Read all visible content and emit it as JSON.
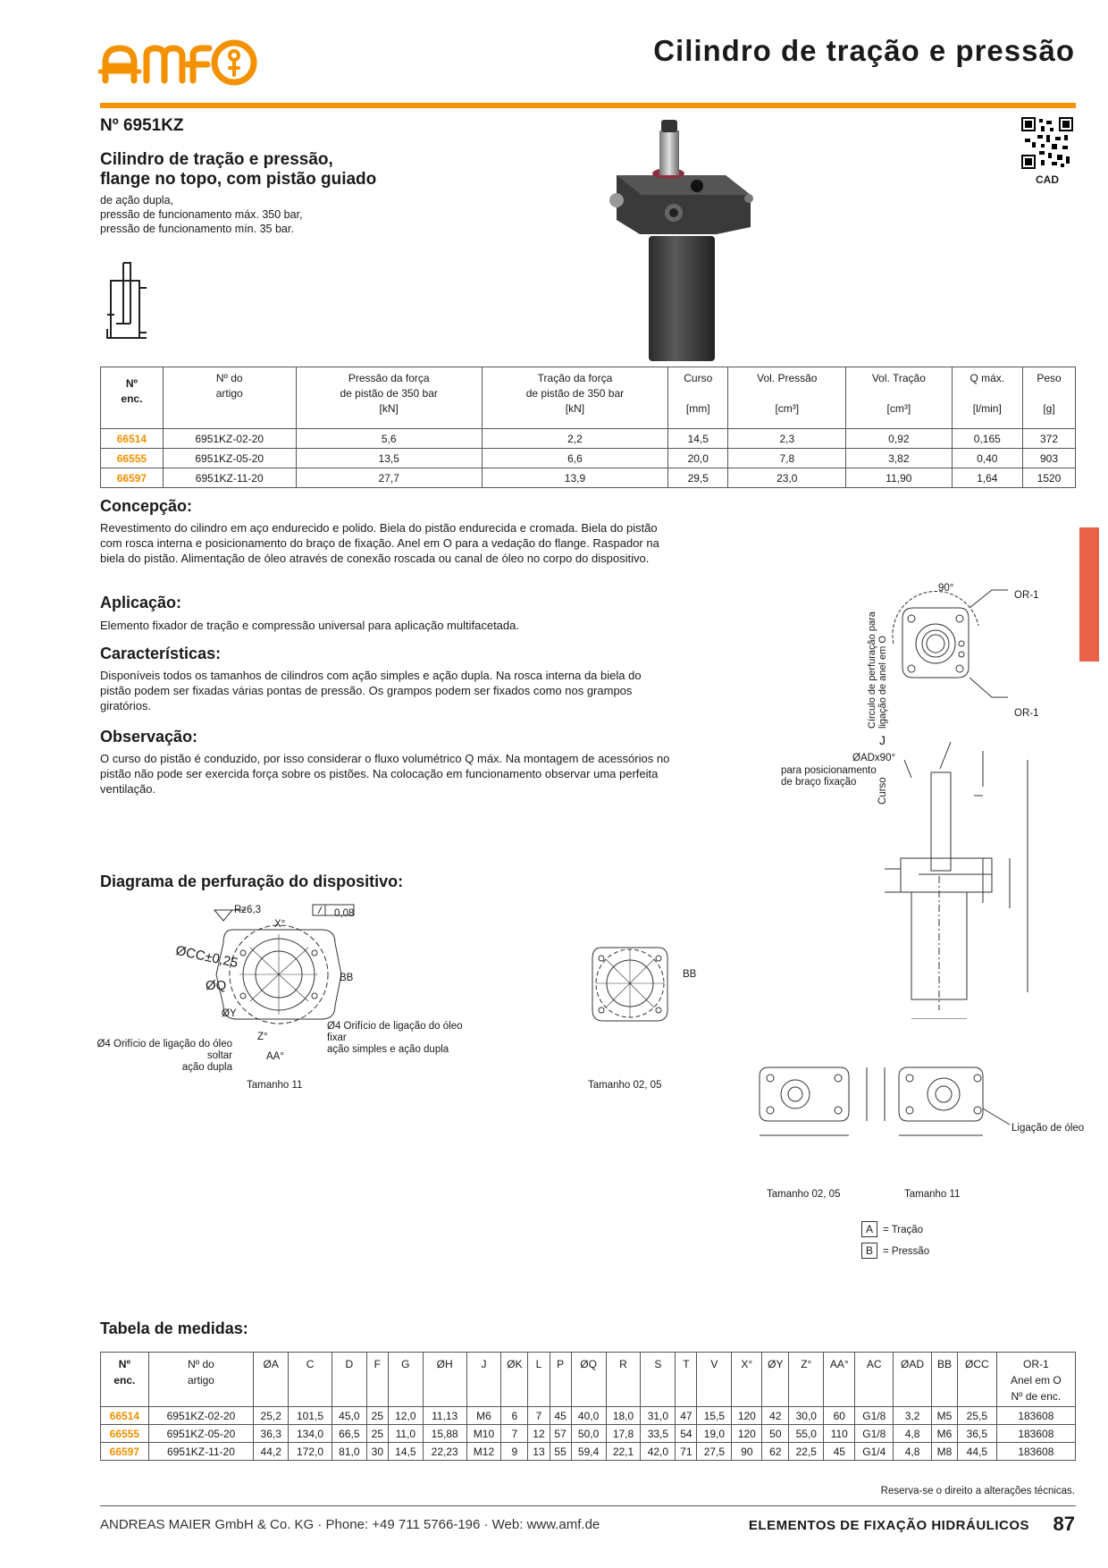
{
  "header": {
    "logo_text": "amf",
    "title": "Cilindro de tração e pressão",
    "brand_color": "#f39100"
  },
  "product": {
    "number": "Nº 6951KZ",
    "title_line1": "Cilindro de tração e pressão,",
    "title_line2": "flange no topo, com pistão guiado",
    "spec_line1": "de ação dupla,",
    "spec_line2": "pressão de funcionamento máx. 350 bar,",
    "spec_line3": "pressão de funcionamento mín. 35 bar.",
    "cad_label": "CAD"
  },
  "spec_table": {
    "headers": [
      {
        "l1": "Nº",
        "l2": "enc.",
        "l3": ""
      },
      {
        "l1": "Nº do",
        "l2": "artigo",
        "l3": ""
      },
      {
        "l1": "Pressão da força",
        "l2": "de pistão de 350 bar",
        "l3": "[kN]"
      },
      {
        "l1": "Tração da força",
        "l2": "de pistão de 350 bar",
        "l3": "[kN]"
      },
      {
        "l1": "Curso",
        "l2": "",
        "l3": "[mm]"
      },
      {
        "l1": "Vol. Pressão",
        "l2": "",
        "l3": "[cm³]"
      },
      {
        "l1": "Vol. Tração",
        "l2": "",
        "l3": "[cm³]"
      },
      {
        "l1": "Q máx.",
        "l2": "",
        "l3": "[l/min]"
      },
      {
        "l1": "Peso",
        "l2": "",
        "l3": "[g]"
      }
    ],
    "rows": [
      [
        "66514",
        "6951KZ-02-20",
        "5,6",
        "2,2",
        "14,5",
        "2,3",
        "0,92",
        "0,165",
        "372"
      ],
      [
        "66555",
        "6951KZ-05-20",
        "13,5",
        "6,6",
        "20,0",
        "7,8",
        "3,82",
        "0,40",
        "903"
      ],
      [
        "66597",
        "6951KZ-11-20",
        "27,7",
        "13,9",
        "29,5",
        "23,0",
        "11,90",
        "1,64",
        "1520"
      ]
    ]
  },
  "sections": {
    "concepcao_title": "Concepção:",
    "concepcao_text": "Revestimento do cilindro em aço endurecido e polido. Biela do pistão endurecida e cromada. Biela do pistão com rosca interna e posicionamento do braço de fixação. Anel em O para a vedação do flange. Raspador na biela do pistão. Alimentação de óleo através de conexão roscada ou canal de óleo no corpo do dispositivo.",
    "aplicacao_title": "Aplicação:",
    "aplicacao_text": "Elemento fixador de tração e compressão universal para aplicação multifacetada.",
    "caracteristicas_title": "Características:",
    "caracteristicas_text": "Disponíveis todos os tamanhos de cilindros com ação simples e ação dupla. Na rosca interna da biela do pistão podem ser fixadas várias pontas de pressão. Os grampos podem ser fixados como nos grampos giratórios.",
    "observacao_title": "Observação:",
    "observacao_text": "O curso do pistão é conduzido, por isso considerar o fluxo volumétrico Q máx. Na montagem de acessórios no pistão não pode ser exercida força sobre os pistões. Na colocação em funcionamento observar uma perfeita ventilação.",
    "diagrama_title": "Diagrama de perfuração do dispositivo:"
  },
  "drawings": {
    "rz": "Rz6,3",
    "flat": "0,08",
    "x_deg": "X°",
    "cc": "ØCC±0,25",
    "q": "ØQ",
    "y": "ØY",
    "z_deg": "Z°",
    "aa_deg": "AA°",
    "bb": "BB",
    "oil_fix_l1": "Ø4 Orifício de ligação do óleo",
    "oil_fix_l2": "fixar",
    "oil_fix_l3": "ação simples e ação dupla",
    "oil_loose_l1": "Ø4 Orifício de ligação do óleo",
    "oil_loose_l2": "soltar",
    "oil_loose_l3": "ação dupla",
    "size11": "Tamanho 11",
    "size0205": "Tamanho 02, 05",
    "deg90": "90°",
    "or1": "OR-1",
    "oring_circle_l1": "Círculo de perfuração para",
    "oring_circle_l2": "ligação de anel em O",
    "j": "J",
    "ad": "ØADx90°",
    "arm_l1": "para posicionamento",
    "arm_l2": "de braço fixação",
    "curso": "Curso",
    "ligacao_oleo": "Ligação de óleo",
    "size0205_b": "Tamanho 02, 05",
    "size11_b": "Tamanho 11",
    "legend_a_key": "A",
    "legend_a": "= Tração",
    "legend_b_key": "B",
    "legend_b": "= Pressão"
  },
  "dim_table": {
    "title": "Tabela de medidas:",
    "headers": [
      {
        "l1": "Nº",
        "l2": "enc.",
        "l3": ""
      },
      {
        "l1": "Nº do",
        "l2": "artigo",
        "l3": ""
      },
      {
        "l1": "ØA",
        "l2": "",
        "l3": ""
      },
      {
        "l1": "C",
        "l2": "",
        "l3": ""
      },
      {
        "l1": "D",
        "l2": "",
        "l3": ""
      },
      {
        "l1": "F",
        "l2": "",
        "l3": ""
      },
      {
        "l1": "G",
        "l2": "",
        "l3": ""
      },
      {
        "l1": "ØH",
        "l2": "",
        "l3": ""
      },
      {
        "l1": "J",
        "l2": "",
        "l3": ""
      },
      {
        "l1": "ØK",
        "l2": "",
        "l3": ""
      },
      {
        "l1": "L",
        "l2": "",
        "l3": ""
      },
      {
        "l1": "P",
        "l2": "",
        "l3": ""
      },
      {
        "l1": "ØQ",
        "l2": "",
        "l3": ""
      },
      {
        "l1": "R",
        "l2": "",
        "l3": ""
      },
      {
        "l1": "S",
        "l2": "",
        "l3": ""
      },
      {
        "l1": "T",
        "l2": "",
        "l3": ""
      },
      {
        "l1": "V",
        "l2": "",
        "l3": ""
      },
      {
        "l1": "X°",
        "l2": "",
        "l3": ""
      },
      {
        "l1": "ØY",
        "l2": "",
        "l3": ""
      },
      {
        "l1": "Z°",
        "l2": "",
        "l3": ""
      },
      {
        "l1": "AA°",
        "l2": "",
        "l3": ""
      },
      {
        "l1": "AC",
        "l2": "",
        "l3": ""
      },
      {
        "l1": "ØAD",
        "l2": "",
        "l3": ""
      },
      {
        "l1": "BB",
        "l2": "",
        "l3": ""
      },
      {
        "l1": "ØCC",
        "l2": "",
        "l3": ""
      },
      {
        "l1": "OR-1",
        "l2": "Anel em O",
        "l3": "Nº de enc."
      }
    ],
    "rows": [
      [
        "66514",
        "6951KZ-02-20",
        "25,2",
        "101,5",
        "45,0",
        "25",
        "12,0",
        "11,13",
        "M6",
        "6",
        "7",
        "45",
        "40,0",
        "18,0",
        "31,0",
        "47",
        "15,5",
        "120",
        "42",
        "30,0",
        "60",
        "G1/8",
        "3,2",
        "M5",
        "25,5",
        "183608"
      ],
      [
        "66555",
        "6951KZ-05-20",
        "36,3",
        "134,0",
        "66,5",
        "25",
        "11,0",
        "15,88",
        "M10",
        "7",
        "12",
        "57",
        "50,0",
        "17,8",
        "33,5",
        "54",
        "19,0",
        "120",
        "50",
        "55,0",
        "110",
        "G1/8",
        "4,8",
        "M6",
        "36,5",
        "183608"
      ],
      [
        "66597",
        "6951KZ-11-20",
        "44,2",
        "172,0",
        "81,0",
        "30",
        "14,5",
        "22,23",
        "M12",
        "9",
        "13",
        "55",
        "59,4",
        "22,1",
        "42,0",
        "71",
        "27,5",
        "90",
        "62",
        "22,5",
        "45",
        "G1/4",
        "4,8",
        "M8",
        "44,5",
        "183608"
      ]
    ]
  },
  "footer": {
    "reserve": "Reserva-se o direito a alterações técnicas.",
    "company": "ANDREAS MAIER GmbH & Co. KG · Phone: +49 711 5766-196 · Web: www.amf.de",
    "section": "ELEMENTOS DE FIXAÇÃO HIDRÁULICOS",
    "page": "87"
  }
}
